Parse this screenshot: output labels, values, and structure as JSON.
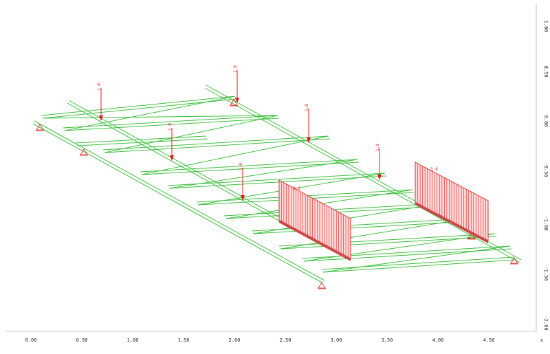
{
  "x_axis": {
    "ticks": [
      "0.00",
      "0.50",
      "1.00",
      "1.50",
      "2.00",
      "2.50",
      "3.00",
      "3.50",
      "4.00",
      "4.50",
      "x"
    ]
  },
  "y_axis": {
    "ticks": [
      "1.00",
      "0.50",
      "0.00",
      "-0.50",
      "-1.00",
      "-1.50",
      "-2.00"
    ]
  },
  "point_loads": [
    {
      "label": "1.0"
    },
    {
      "label": "1.0"
    },
    {
      "label": "1.0"
    },
    {
      "label": "1.0"
    },
    {
      "label": "1.0"
    },
    {
      "label": "1.0"
    }
  ],
  "distributed_loads": [
    {
      "label": "3.6"
    },
    {
      "label": "3.6"
    }
  ],
  "colors": {
    "members": "#3cbf3c",
    "loads": "#e01b1b",
    "axes": "#222222"
  }
}
